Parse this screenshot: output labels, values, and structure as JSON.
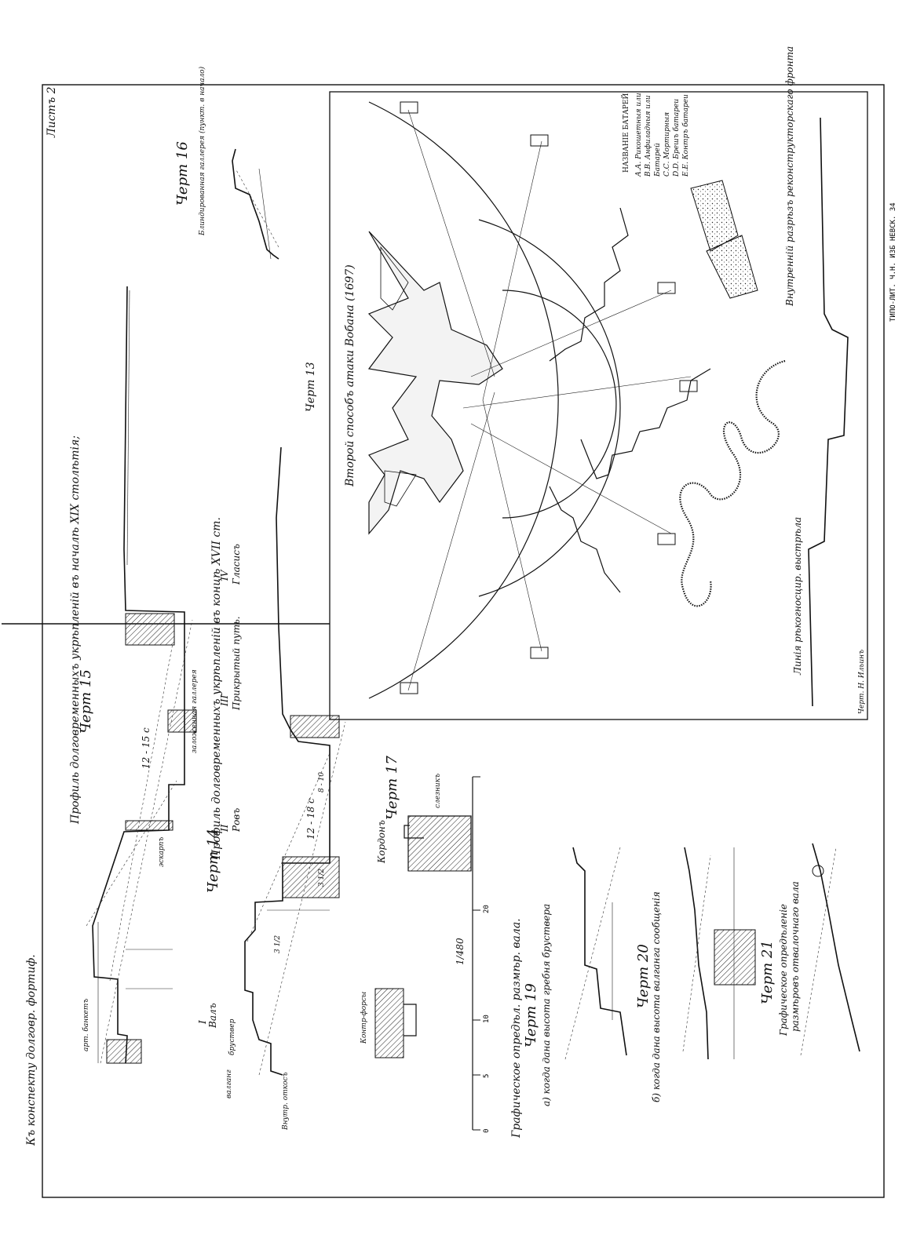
{
  "sheet": {
    "top_note": "Къ конспекту долговр. фортиф.",
    "sheet_label": "Листъ 2",
    "printer": "ТИПО-ЛИТ. Ч.Н. ИЗБ НЕВСК. 34",
    "draftsman": "Черт. Н. Ильинъ"
  },
  "drawing15": {
    "title": "Черт 15",
    "subtitle": "Профиль долговременныхъ укрѣпленій въ началѣ XIX столѣтія;",
    "width_label": "12 - 15 с",
    "labels": [
      "арт. банкетъ",
      "эскарпъ",
      "заложенная галлерея"
    ]
  },
  "drawing14": {
    "title": "Черт 14",
    "subtitle": "Профиль долговременныхъ укрѣпленій въ концѣ XVII ст.",
    "parts": [
      {
        "num": "I",
        "name": "Валъ"
      },
      {
        "num": "II",
        "name": "Ровъ"
      },
      {
        "num": "III",
        "name": "Прикрытый путь."
      },
      {
        "num": "IV",
        "name": "Гласисъ"
      }
    ],
    "labels": [
      "бруствер",
      "валганг",
      "Внутр. откосъ",
      "12 - 18 с",
      "8 - 10",
      "3 1/2",
      "3 1/2"
    ]
  },
  "drawing16": {
    "title": "Черт 16",
    "subtitle": "Блиндированная галлерея (пункт. в начало)"
  },
  "drawing17": {
    "title": "Черт 17",
    "labels": [
      "Кордонъ",
      "слезникъ"
    ]
  },
  "drawing18": {
    "title": "Контр-форсы"
  },
  "drawing13": {
    "title": "Черт 13",
    "caption": "Второй способъ атаки Вобана (1697)",
    "legend_title": "НАЗВАНІЕ БАТАРЕЙ",
    "legend": [
      "А.А. Рикошетныя или",
      "В.В. Анфиладныя или",
      "    Батарей",
      "С.С. Мортирныя",
      "D.D. Брешъ батареи",
      "Е.Е. Контръ батареи"
    ],
    "ground_caption": "Линія рѣкогносцир. выстрѣла",
    "section_caption": "Внутренній разрѣзъ реконструкторскаго фронта"
  },
  "drawing19": {
    "title": "Черт 19",
    "caption": "Графическое опредѣл. размѣр. вала.",
    "sub": "а) когда дана высота гребня бруствера"
  },
  "drawing20": {
    "title": "Черт 20",
    "sub": "б) когда дана высота валганга сообщенія"
  },
  "drawing21": {
    "title": "Черт 21",
    "caption": "Графическое опредѣленіе",
    "sub": "размѣровъ отвалочнаго вала"
  },
  "scale": {
    "title": "1/480",
    "ticks": [
      "0",
      "5",
      "10",
      "20"
    ]
  }
}
